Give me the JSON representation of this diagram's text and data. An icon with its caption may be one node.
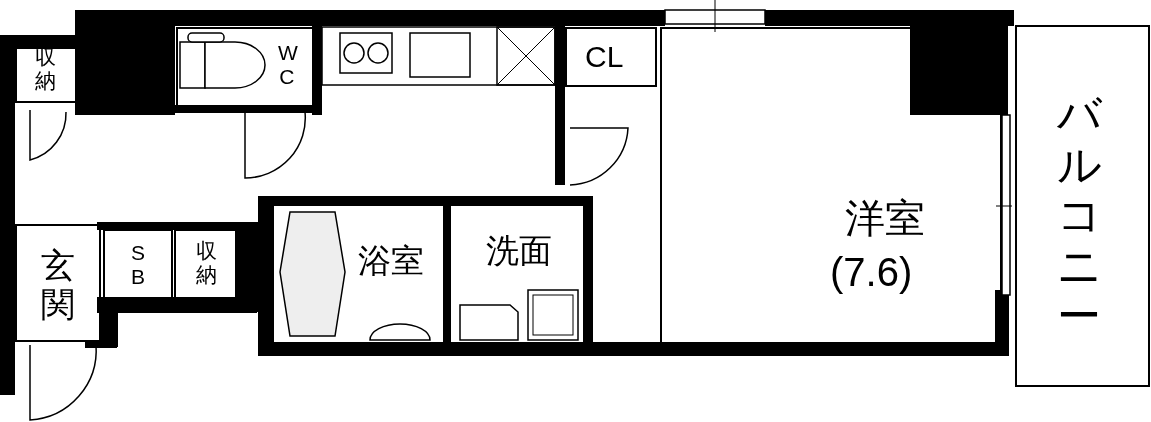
{
  "diagram": {
    "nodes": [
      {
        "text": [
          "収納"
        ]
      },
      {
        "text": [
          "WC"
        ]
      },
      {
        "text": [
          "CL"
        ]
      },
      {
        "text": [
          "洋室",
          "(7.6)"
        ]
      },
      {
        "text": [
          "バルコニー"
        ]
      },
      {
        "text": [
          "玄関"
        ]
      },
      {
        "text": [
          "SB"
        ]
      },
      {
        "text": [
          "収納"
        ]
      },
      {
        "text": [
          "浴室"
        ]
      },
      {
        "text": [
          "洗面"
        ]
      }
    ]
  }
}
